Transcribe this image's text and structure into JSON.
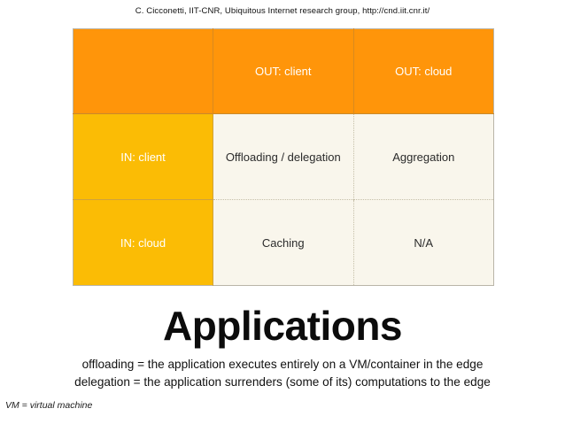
{
  "header": {
    "credit": "C. Cicconetti, IIT-CNR, Ubiquitous Internet research group, http://cnd.iit.cnr.it/"
  },
  "matrix": {
    "corner_label": "",
    "column_headers": [
      "OUT: client",
      "OUT: cloud"
    ],
    "rows": [
      {
        "row_header": "IN: client",
        "cells": [
          "Offloading / delegation",
          "Aggregation"
        ]
      },
      {
        "row_header": "IN: cloud",
        "cells": [
          "Caching",
          "N/A"
        ]
      }
    ],
    "colors": {
      "header_bg": "#ff950a",
      "header_text": "#ffffff",
      "row_header_bg": "#fbbc05",
      "row_header_text": "#ffffff",
      "cell_bg": "#f9f6ec",
      "cell_text": "#2b2b2b",
      "border": "#b9b5a8"
    }
  },
  "title": "Applications",
  "subtitle": {
    "line1": "offloading = the application executes entirely on a VM/container in the edge",
    "line2": "delegation = the application surrenders (some of its) computations to the edge"
  },
  "footnote": "VM = virtual machine"
}
